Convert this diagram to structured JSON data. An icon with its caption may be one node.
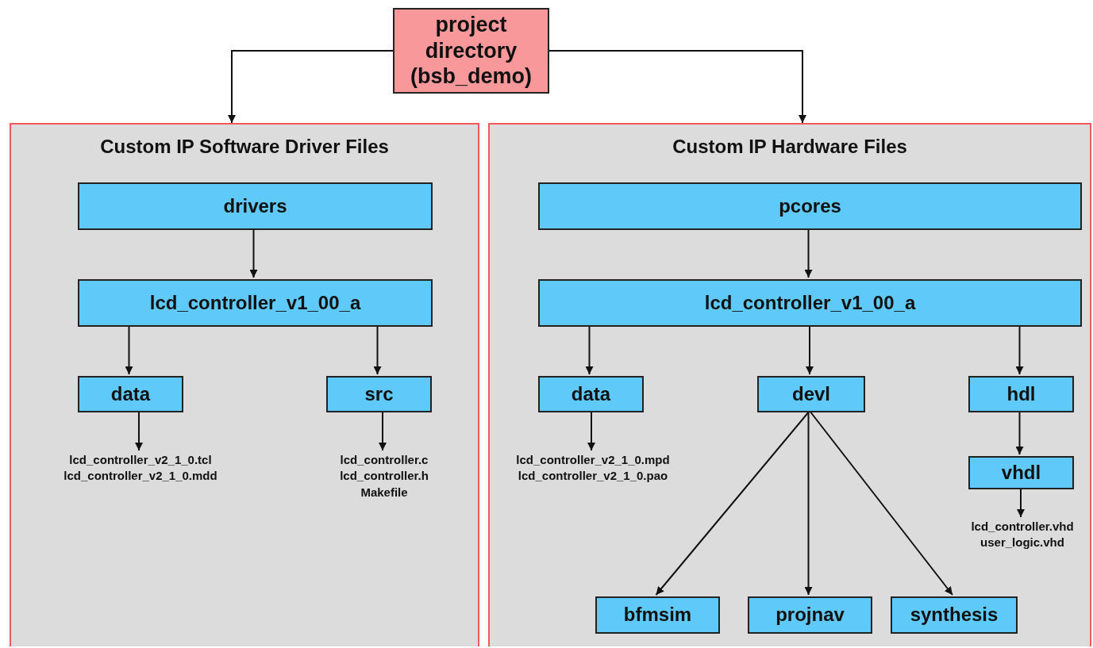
{
  "diagram": {
    "nodes": [
      {
        "text": [
          "project directory (bsb_demo)"
        ]
      },
      {
        "text": [
          "Custom IP Software Driver Files"
        ]
      },
      {
        "text": [
          "Custom IP Hardware Files"
        ]
      },
      {
        "text": [
          "drivers"
        ],
        "in": 1
      },
      {
        "text": [
          "lcd_controller_v1_00_a"
        ],
        "in": 1
      },
      {
        "text": [
          "data"
        ],
        "in": 1
      },
      {
        "text": [
          "src"
        ],
        "in": 1
      },
      {
        "text": [
          "lcd_controller_v2_1_0.tcl",
          "lcd_controller_v2_1_0.mdd"
        ],
        "in": 1
      },
      {
        "text": [
          "lcd_controller.c",
          "lcd_controller.h",
          "Makefile"
        ],
        "in": 1
      },
      {
        "text": [
          "pcores"
        ],
        "in": 2
      },
      {
        "text": [
          "lcd_controller_v1_00_a"
        ],
        "in": 2
      },
      {
        "text": [
          "data"
        ],
        "in": 2
      },
      {
        "text": [
          "devl"
        ],
        "in": 2
      },
      {
        "text": [
          "hdl"
        ],
        "in": 2
      },
      {
        "text": [
          "lcd_controller_v2_1_0.mpd",
          "lcd_controller_v2_1_0.pao"
        ],
        "in": 2
      },
      {
        "text": [
          "vhdl"
        ],
        "in": 2
      },
      {
        "text": [
          "lcd_controller.vhd",
          "user_logic.vhd"
        ],
        "in": 2
      },
      {
        "text": [
          "bfmsim"
        ],
        "in": 2
      },
      {
        "text": [
          "projnav"
        ],
        "in": 2
      },
      {
        "text": [
          "synthesis"
        ],
        "in": 2
      }
    ],
    "edges": [
      {
        "from": 0,
        "to": 1,
        "arrow": "to"
      },
      {
        "from": 0,
        "to": 2,
        "arrow": "to"
      },
      {
        "from": 3,
        "to": 4,
        "arrow": "to"
      },
      {
        "from": 4,
        "to": 5,
        "arrow": "to"
      },
      {
        "from": 4,
        "to": 6,
        "arrow": "to"
      },
      {
        "from": 5,
        "to": 7,
        "arrow": "to"
      },
      {
        "from": 6,
        "to": 8,
        "arrow": "to"
      },
      {
        "from": 9,
        "to": 10,
        "arrow": "to"
      },
      {
        "from": 10,
        "to": 11,
        "arrow": "to"
      },
      {
        "from": 10,
        "to": 12,
        "arrow": "to"
      },
      {
        "from": 10,
        "to": 13,
        "arrow": "to"
      },
      {
        "from": 11,
        "to": 14,
        "arrow": "to"
      },
      {
        "from": 13,
        "to": 15,
        "arrow": "to"
      },
      {
        "from": 15,
        "to": 16,
        "arrow": "to"
      },
      {
        "from": 12,
        "to": 17,
        "arrow": "to"
      },
      {
        "from": 12,
        "to": 18,
        "arrow": "to"
      },
      {
        "from": 12,
        "to": 19,
        "arrow": "to"
      }
    ]
  }
}
